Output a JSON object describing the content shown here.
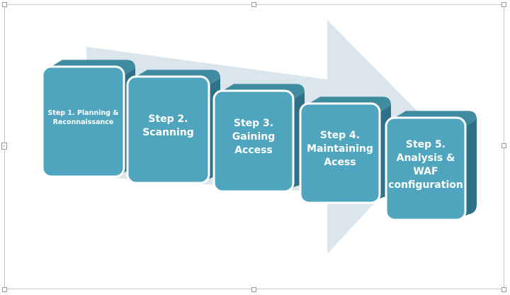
{
  "diagram": {
    "colors": {
      "arrow": "#dbe6ec",
      "box_front": "#4fa5bd",
      "box_top": "#3f8ba0",
      "box_side": "#2f7287",
      "box_border": "#ffffff",
      "text": "#ffffff"
    },
    "steps": [
      {
        "lines": [
          "Step 1. Planning &",
          "Reconnaissance"
        ]
      },
      {
        "lines": [
          "Step 2.",
          "Scanning"
        ]
      },
      {
        "lines": [
          "Step 3.",
          "Gaining",
          "Access"
        ]
      },
      {
        "lines": [
          "Step 4.",
          "Maintaining",
          "Acess"
        ]
      },
      {
        "lines": [
          "Step 5.",
          "Analysis &",
          "WAF",
          "configuration"
        ]
      }
    ]
  }
}
